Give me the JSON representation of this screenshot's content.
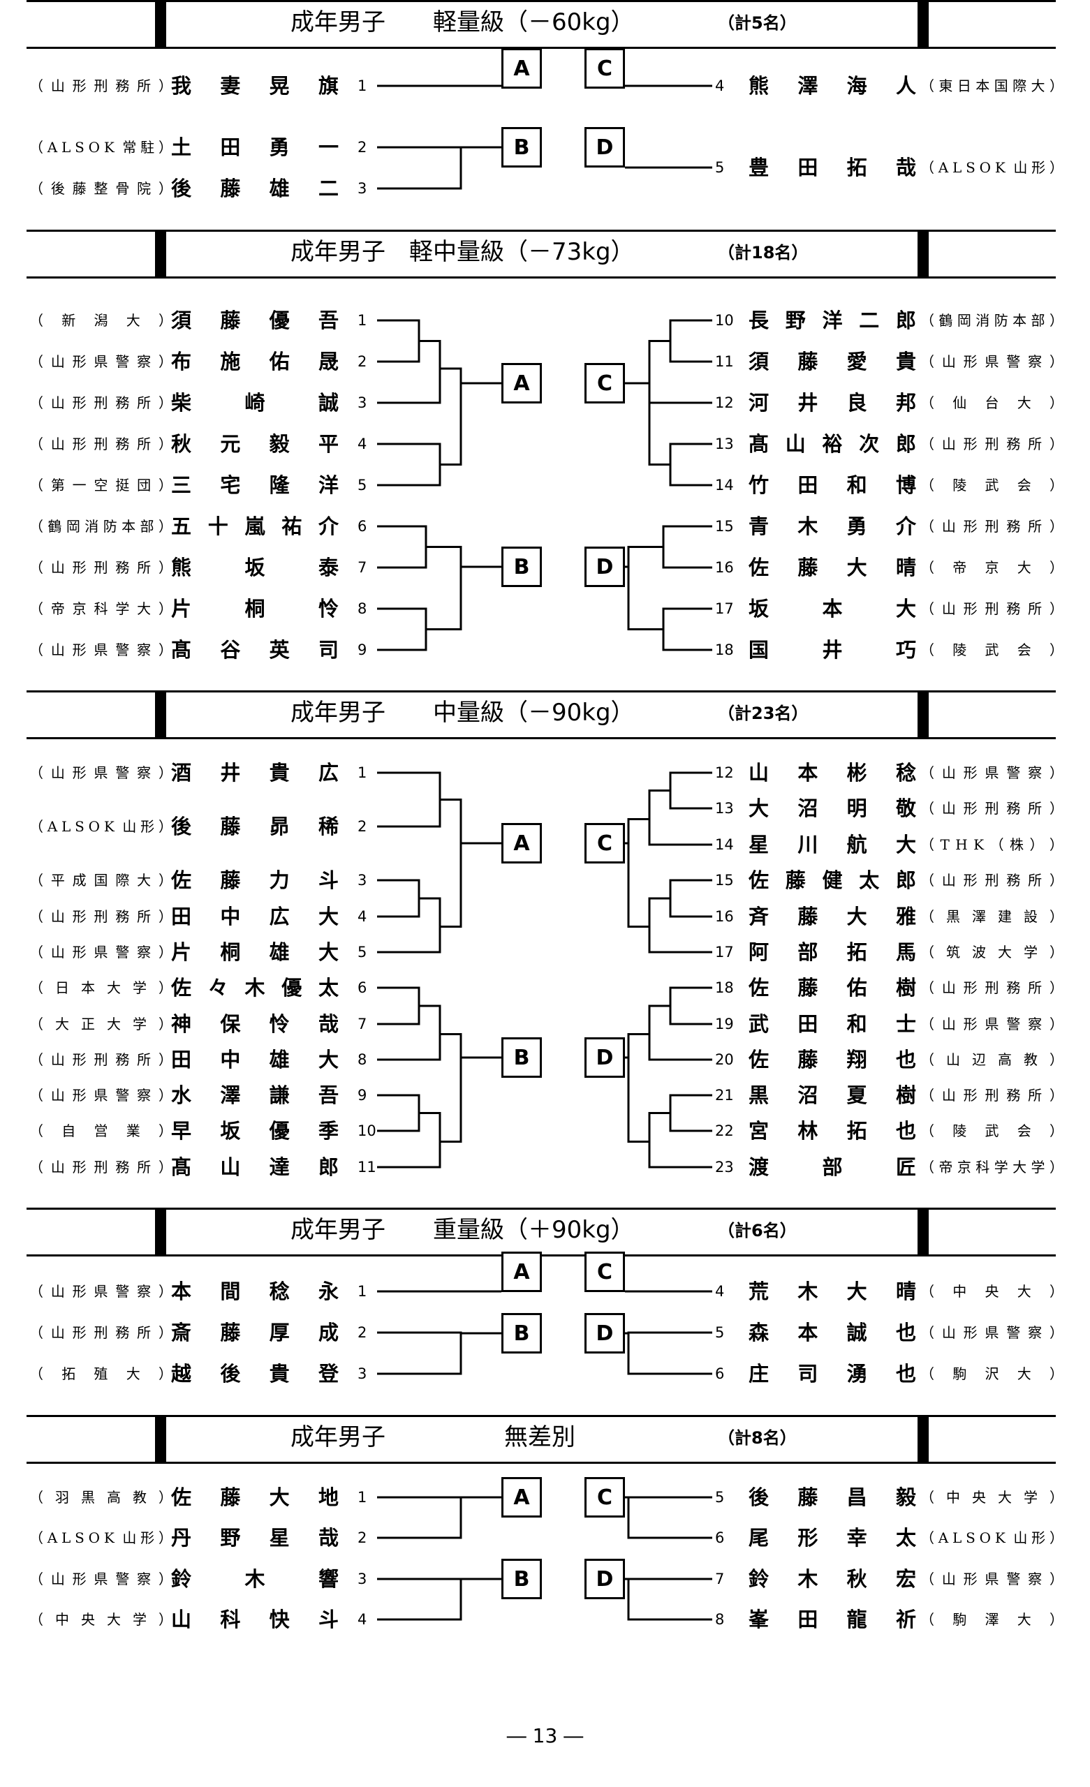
{
  "sections": [
    {
      "id": "s1",
      "title": "成年男子　　軽量級（－60kg）",
      "count": "（計5名）",
      "left": [
        {
          "aff": "（山形刑務所）",
          "name": "我妻晃旗",
          "num": "1"
        },
        {
          "aff": "（ALSOK 常駐）",
          "name": "土田勇一",
          "num": "2"
        },
        {
          "aff": "（後藤整骨院）",
          "name": "後藤雄二",
          "num": "3"
        }
      ],
      "right": [
        {
          "num": "4",
          "name": "熊澤海人",
          "aff": "（東日本国際大）"
        },
        {
          "num": "5",
          "name": "豊田拓哉",
          "aff": "（ALSOK 山形）"
        }
      ],
      "boxes": [
        "A",
        "B",
        "C",
        "D"
      ]
    },
    {
      "id": "s2",
      "title": "成年男子　軽中量級（－73kg）",
      "count": "（計18名）",
      "left": [
        {
          "aff": "（新潟大）",
          "name": "須藤優吾",
          "num": "1"
        },
        {
          "aff": "（山形県警察）",
          "name": "布施佑晟",
          "num": "2"
        },
        {
          "aff": "（山形刑務所）",
          "name": "柴崎誠",
          "num": "3"
        },
        {
          "aff": "（山形刑務所）",
          "name": "秋元毅平",
          "num": "4"
        },
        {
          "aff": "（第一空挺団）",
          "name": "三宅隆洋",
          "num": "5"
        },
        {
          "aff": "（鶴岡消防本部）",
          "name": "五十嵐祐介",
          "num": "6"
        },
        {
          "aff": "（山形刑務所）",
          "name": "熊坂泰",
          "num": "7"
        },
        {
          "aff": "（帝京科学大）",
          "name": "片桐怜",
          "num": "8"
        },
        {
          "aff": "（山形県警察）",
          "name": "髙谷英司",
          "num": "9"
        }
      ],
      "right": [
        {
          "num": "10",
          "name": "長野洋二郎",
          "aff": "（鶴岡消防本部）"
        },
        {
          "num": "11",
          "name": "須藤愛貴",
          "aff": "（山形県警察）"
        },
        {
          "num": "12",
          "name": "河井良邦",
          "aff": "（仙台大）"
        },
        {
          "num": "13",
          "name": "髙山裕次郎",
          "aff": "（山形刑務所）"
        },
        {
          "num": "14",
          "name": "竹田和博",
          "aff": "（陵武会）"
        },
        {
          "num": "15",
          "name": "青木勇介",
          "aff": "（山形刑務所）"
        },
        {
          "num": "16",
          "name": "佐藤大晴",
          "aff": "（帝京大）"
        },
        {
          "num": "17",
          "name": "坂本大",
          "aff": "（山形刑務所）"
        },
        {
          "num": "18",
          "name": "国井巧",
          "aff": "（陵武会）"
        }
      ],
      "boxes": [
        "A",
        "B",
        "C",
        "D"
      ]
    },
    {
      "id": "s3",
      "title": "成年男子　　中量級（－90kg）",
      "count": "（計23名）",
      "left": [
        {
          "aff": "（山形県警察）",
          "name": "酒井貴広",
          "num": "1"
        },
        {
          "aff": "（ALSOK 山形）",
          "name": "後藤昴稀",
          "num": "2"
        },
        {
          "aff": "（平成国際大）",
          "name": "佐藤力斗",
          "num": "3"
        },
        {
          "aff": "（山形刑務所）",
          "name": "田中広大",
          "num": "4"
        },
        {
          "aff": "（山形県警察）",
          "name": "片桐雄大",
          "num": "5"
        },
        {
          "aff": "（日本大学）",
          "name": "佐々木優太",
          "num": "6"
        },
        {
          "aff": "（大正大学）",
          "name": "神保怜哉",
          "num": "7"
        },
        {
          "aff": "（山形刑務所）",
          "name": "田中雄大",
          "num": "8"
        },
        {
          "aff": "（山形県警察）",
          "name": "水澤謙吾",
          "num": "9"
        },
        {
          "aff": "（自営業）",
          "name": "早坂優季",
          "num": "10"
        },
        {
          "aff": "（山形刑務所）",
          "name": "髙山達郎",
          "num": "11"
        }
      ],
      "right": [
        {
          "num": "12",
          "name": "山本彬稔",
          "aff": "（山形県警察）"
        },
        {
          "num": "13",
          "name": "大沼明敬",
          "aff": "（山形刑務所）"
        },
        {
          "num": "14",
          "name": "星川航大",
          "aff": "（THK（株））"
        },
        {
          "num": "15",
          "name": "佐藤健太郎",
          "aff": "（山形刑務所）"
        },
        {
          "num": "16",
          "name": "斉藤大雅",
          "aff": "（黒澤建設）"
        },
        {
          "num": "17",
          "name": "阿部拓馬",
          "aff": "（筑波大学）"
        },
        {
          "num": "18",
          "name": "佐藤佑樹",
          "aff": "（山形刑務所）"
        },
        {
          "num": "19",
          "name": "武田和士",
          "aff": "（山形県警察）"
        },
        {
          "num": "20",
          "name": "佐藤翔也",
          "aff": "（山辺高教）"
        },
        {
          "num": "21",
          "name": "黒沼夏樹",
          "aff": "（山形刑務所）"
        },
        {
          "num": "22",
          "name": "宮林拓也",
          "aff": "（陵武会）"
        },
        {
          "num": "23",
          "name": "渡部匠",
          "aff": "（帝京科学大学）"
        }
      ],
      "boxes": [
        "A",
        "B",
        "C",
        "D"
      ]
    },
    {
      "id": "s4",
      "title": "成年男子　　重量級（＋90kg）",
      "count": "（計6名）",
      "left": [
        {
          "aff": "（山形県警察）",
          "name": "本間稔永",
          "num": "1"
        },
        {
          "aff": "（山形刑務所）",
          "name": "斎藤厚成",
          "num": "2"
        },
        {
          "aff": "（拓殖大）",
          "name": "越後貴登",
          "num": "3"
        }
      ],
      "right": [
        {
          "num": "4",
          "name": "荒木大晴",
          "aff": "（中央大）"
        },
        {
          "num": "5",
          "name": "森本誠也",
          "aff": "（山形県警察）"
        },
        {
          "num": "6",
          "name": "庄司湧也",
          "aff": "（駒沢大）"
        }
      ],
      "boxes": [
        "A",
        "B",
        "C",
        "D"
      ]
    },
    {
      "id": "s5",
      "title": "成年男子　　　　　無差別",
      "count": "（計8名）",
      "left": [
        {
          "aff": "（羽黒高教）",
          "name": "佐藤大地",
          "num": "1"
        },
        {
          "aff": "（ALSOK 山形）",
          "name": "丹野星哉",
          "num": "2"
        },
        {
          "aff": "（山形県警察）",
          "name": "鈴木響",
          "num": "3"
        },
        {
          "aff": "（中央大学）",
          "name": "山科快斗",
          "num": "4"
        }
      ],
      "right": [
        {
          "num": "5",
          "name": "後藤昌毅",
          "aff": "（中央大学）"
        },
        {
          "num": "6",
          "name": "尾形幸太",
          "aff": "（ALSOK 山形）"
        },
        {
          "num": "7",
          "name": "鈴木秋宏",
          "aff": "（山形県警察）"
        },
        {
          "num": "8",
          "name": "峯田龍祈",
          "aff": "（駒澤大）"
        }
      ],
      "boxes": [
        "A",
        "B",
        "C",
        "D"
      ]
    }
  ],
  "page_number": "― 13 ―"
}
